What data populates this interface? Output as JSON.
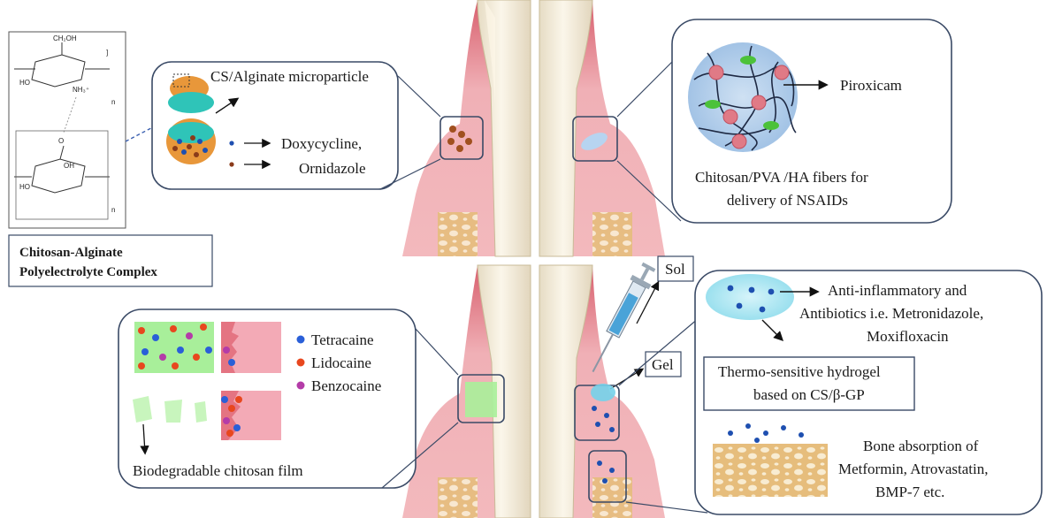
{
  "structure": {
    "groups": [
      "CH₂OH",
      "HO",
      "NH₃⁺",
      "O",
      "OH",
      "HO"
    ],
    "repeat": "n",
    "caption_line1": "Chitosan-Alginate",
    "caption_line2": "Polyelectrolyte Complex"
  },
  "panel_microparticle": {
    "title": "CS/Alginate microparticle",
    "drug1": "Doxycycline,",
    "drug2": "Ornidazole"
  },
  "panel_fibers": {
    "drug": "Piroxicam",
    "caption_line1": "Chitosan/PVA /HA fibers for",
    "caption_line2": "delivery of NSAIDs"
  },
  "panel_film": {
    "legend": [
      "Tetracaine",
      "Lidocaine",
      "Benzocaine"
    ],
    "caption": "Biodegradable chitosan film"
  },
  "sol_gel": {
    "sol": "Sol",
    "gel": "Gel"
  },
  "panel_hydrogel": {
    "drugs_line1": "Anti-inflammatory and",
    "drugs_line2": "Antibiotics i.e. Metronidazole,",
    "drugs_line3": "Moxifloxacin",
    "hydrogel_line1": "Thermo-sensitive hydrogel",
    "hydrogel_line2": "based on CS/β-GP",
    "bone_line1": "Bone absorption of",
    "bone_line2": "Metformin, Atrovastatin,",
    "bone_line3": "BMP-7 etc."
  },
  "colors": {
    "gum": "#e8a0a8",
    "gum_dark": "#d7707c",
    "tooth": "#f3ecd9",
    "panel_border": "#3a4a66",
    "film_green": "#a8ef9a",
    "tetracaine": "#2a5fd8",
    "lidocaine": "#e8471e",
    "benzocaine": "#b43ca8",
    "hydrogel": "#a9e6f2",
    "bone": "#e2b97a"
  }
}
